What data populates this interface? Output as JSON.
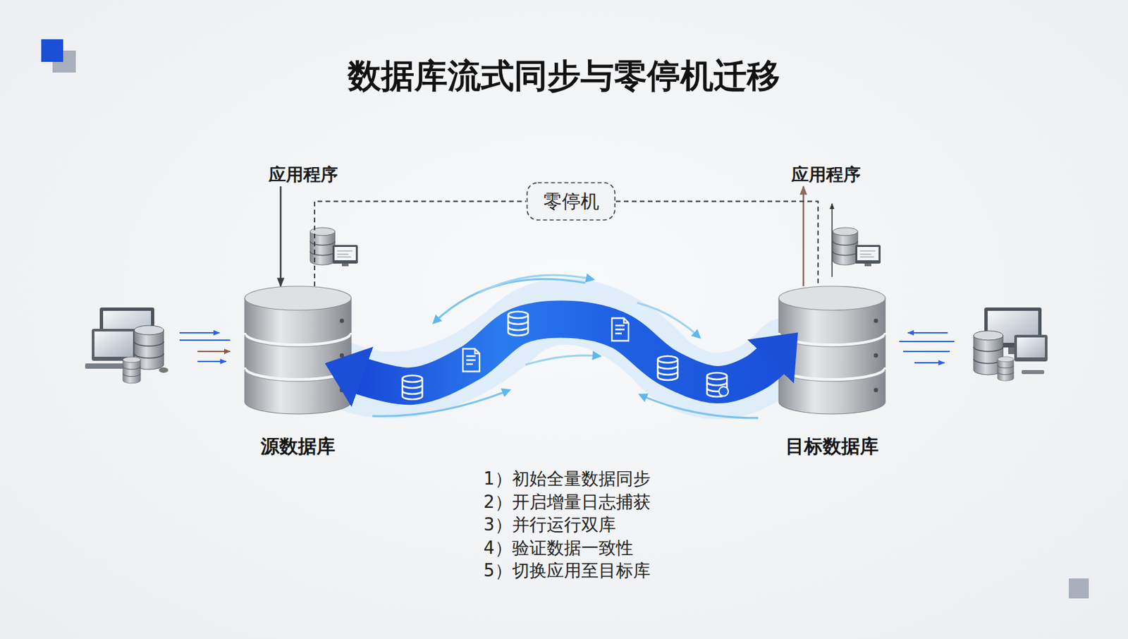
{
  "diagram": {
    "title": "数据库流式同步与零停机迁移",
    "nodes": [
      {
        "text": [
          "应用程序"
        ]
      },
      {
        "text": [
          "零停机"
        ]
      },
      {
        "text": [
          "应用程序"
        ]
      },
      {
        "text": [
          "源数据库"
        ]
      },
      {
        "text": [
          "目标数据库"
        ]
      }
    ],
    "edges": [
      {
        "from": 0,
        "to": 3,
        "arrow": "to"
      },
      {
        "from": 4,
        "to": 2,
        "arrow": "to"
      },
      {
        "from": 3,
        "to": 1,
        "arrow": "none"
      },
      {
        "from": 1,
        "to": 4,
        "arrow": "none"
      },
      {
        "from": 3,
        "to": 4,
        "arrow": "both"
      }
    ],
    "labels": [
      "1）初始全量数据同步",
      "2）开启增量日志捕获",
      "3）并行运行双库",
      "4）验证数据一致性",
      "5）切换应用至目标库"
    ]
  }
}
